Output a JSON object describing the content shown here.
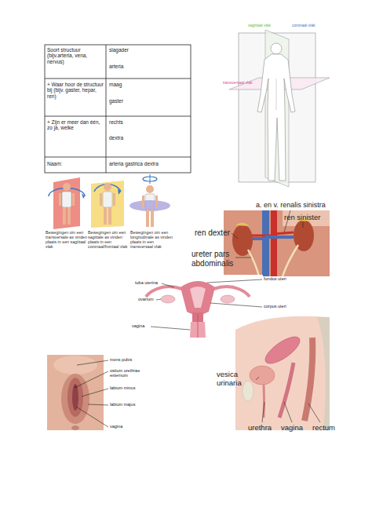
{
  "diagram": {
    "labels": [
      "Soort structuur (bijv.arteria, vena, nervus)",
      "slagader",
      "arteria",
      "+ Waar hoor de structuur bij (bijv. gaster, hepar, ren)",
      "maag",
      "gaster",
      "+ Zijn er meer dan één, zo ja, welke",
      "rechts",
      "dextra",
      "Naam:",
      "arteria gastrica dextra",
      "sagittaal vlak",
      "coronaal vlak",
      "transversaal vlak",
      "Bewegingen om een transversale as vinden plaats in een sagittaal vlak",
      "Bewegingen om een sagittale as vinden plaats in een coronaal/frontaal vlak",
      "Bewegingen om een longitudinale as vinden plaats in een transversaal vlak",
      "a. en v. renalis sinistra",
      "ren sinister",
      "ren dexter",
      "ureter pars abdominalis",
      "tuba uterina",
      "ovarium",
      "vagina",
      "fundus uteri",
      "corpus uteri",
      "mons pubis",
      "ostium urethrae externum",
      "labium minus",
      "labium majus",
      "vagina",
      "vesica urinaria",
      "urethra",
      "vagina",
      "rectum"
    ]
  }
}
